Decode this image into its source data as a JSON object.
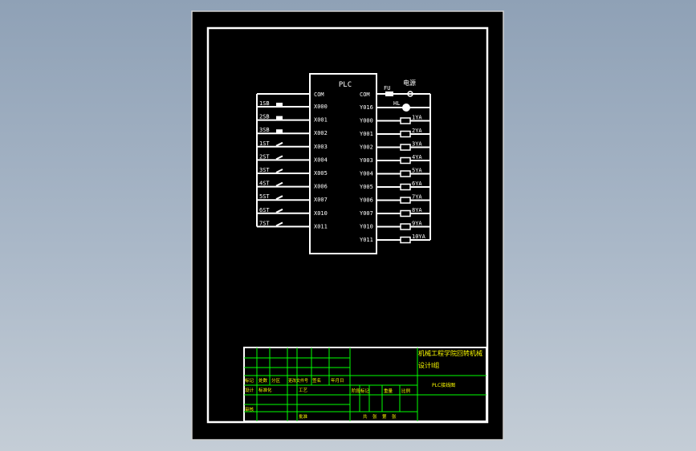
{
  "plc": {
    "title": "PLC",
    "left_com": "COM",
    "right_com": "COM",
    "inputs": [
      "X000",
      "X001",
      "X002",
      "X003",
      "X004",
      "X005",
      "X006",
      "X007",
      "X010",
      "X011"
    ],
    "outputs": [
      "Y016",
      "Y000",
      "Y001",
      "Y002",
      "Y003",
      "Y004",
      "Y005",
      "Y006",
      "Y007",
      "Y010",
      "Y011"
    ]
  },
  "input_devices": [
    "1SB",
    "2SB",
    "3SB",
    "1ST",
    "2ST",
    "3ST",
    "4ST",
    "5ST",
    "6ST",
    "7ST"
  ],
  "output_devices": [
    "HL",
    "1YA",
    "2YA",
    "3YA",
    "4YA",
    "5YA",
    "6YA",
    "7YA",
    "8YA",
    "9YA",
    "10YA"
  ],
  "fuse_label": "FU",
  "supply_label": "电源",
  "title_block": {
    "title_line1": "机械工程学院回转机械",
    "title_line2": "设计I组",
    "drawing_name": "PLC接线图",
    "row_labels": [
      "标记",
      "处数",
      "分区",
      "更改文件号",
      "签名",
      "年月日"
    ],
    "design_label": "设计",
    "standard_label": "标准化",
    "review_label": "审核",
    "process_label": "工艺",
    "approve_label": "批准",
    "stage_labels": [
      "阶段标记",
      "重量",
      "比例"
    ],
    "sheet_labels": [
      "共",
      "张",
      "第",
      "张"
    ]
  },
  "colors": {
    "background": "#000000",
    "frame": "#ffffff",
    "plc_text": "#ffffff",
    "device_text": "#ffffff",
    "title_text": "#ffff00",
    "title_grid": "#00ff00"
  }
}
